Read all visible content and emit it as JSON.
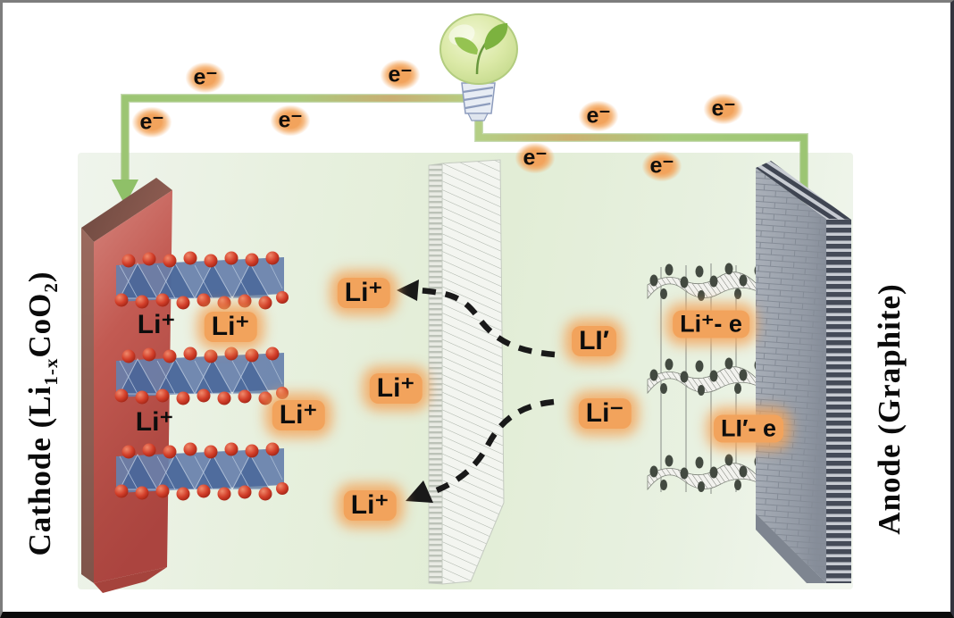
{
  "cathode": {
    "label_part1": "Cathode (Li",
    "label_sub1": "1-x",
    "label_part2": "CoO",
    "label_sub2": "2",
    "label_part3": ")"
  },
  "anode": {
    "label": "Anode (Graphite)"
  },
  "electron_label": "e⁻",
  "ions": [
    {
      "text": "Li⁺"
    },
    {
      "text": "Li⁺"
    },
    {
      "text": "Li⁺"
    },
    {
      "text": "Li⁺"
    },
    {
      "text": "Li⁺"
    },
    {
      "text": "Li⁺"
    },
    {
      "text": "Li⁺"
    },
    {
      "text": "LI′"
    },
    {
      "text": "Li⁻"
    },
    {
      "text": "Li⁺- e"
    },
    {
      "text": "LI′- e"
    }
  ],
  "colors": {
    "glow_orange": "#f2a35c",
    "wire_green": "#a6cb7e",
    "cathode_red": "#c0564e",
    "anode_gray": "#9ba2ac",
    "bulb_green": "#d7e6a1",
    "background_wash": "#e6efdd",
    "octahedra_blue": "#5f7cab",
    "oxygen_red": "#cf3a26"
  }
}
